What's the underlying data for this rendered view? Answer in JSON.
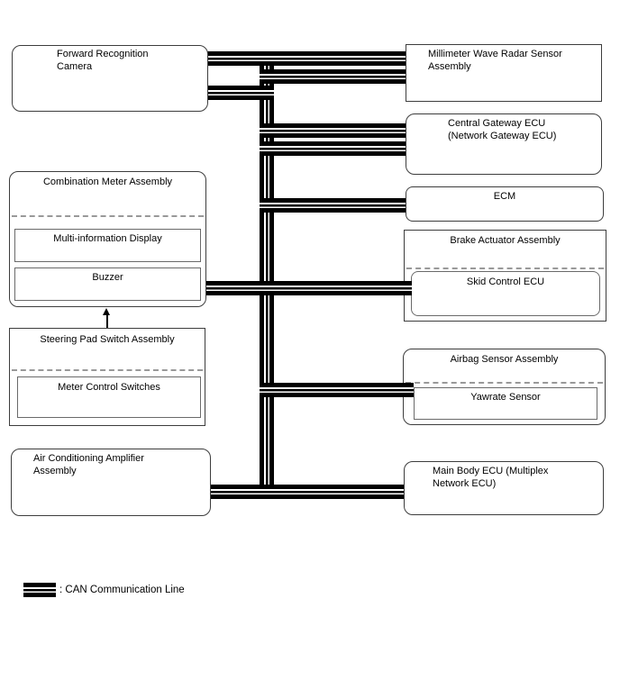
{
  "colors": {
    "line": "#000000",
    "border": "#3d3d3d",
    "innerBorder": "#6a6a6a",
    "dash": "#999999"
  },
  "boxes": {
    "camera": {
      "title": "Forward Recognition\nCamera"
    },
    "combination_meter": {
      "title": "Combination Meter Assembly",
      "multi_information_display": "Multi-information Display",
      "buzzer": "Buzzer"
    },
    "steering_pad": {
      "title": "Steering Pad Switch Assembly",
      "meter_control_switches": "Meter Control Switches"
    },
    "ac_amplifier": {
      "title": "Air Conditioning Amplifier\nAssembly"
    },
    "radar": {
      "title": "Millimeter Wave Radar Sensor\nAssembly"
    },
    "central_gateway": {
      "title": "Central Gateway ECU\n(Network Gateway ECU)"
    },
    "ecm": {
      "title": "ECM"
    },
    "brake_actuator": {
      "title": "Brake Actuator Assembly",
      "skid_control_ecu": "Skid Control ECU"
    },
    "airbag_sensor": {
      "title": "Airbag Sensor Assembly",
      "yawrate_sensor": "Yawrate Sensor"
    },
    "main_body": {
      "title": "Main Body ECU (Multiplex\nNetwork ECU)"
    }
  },
  "legend": {
    "symbol_icon": "can-triple-line-icon",
    "label": ": CAN Communication Line"
  }
}
